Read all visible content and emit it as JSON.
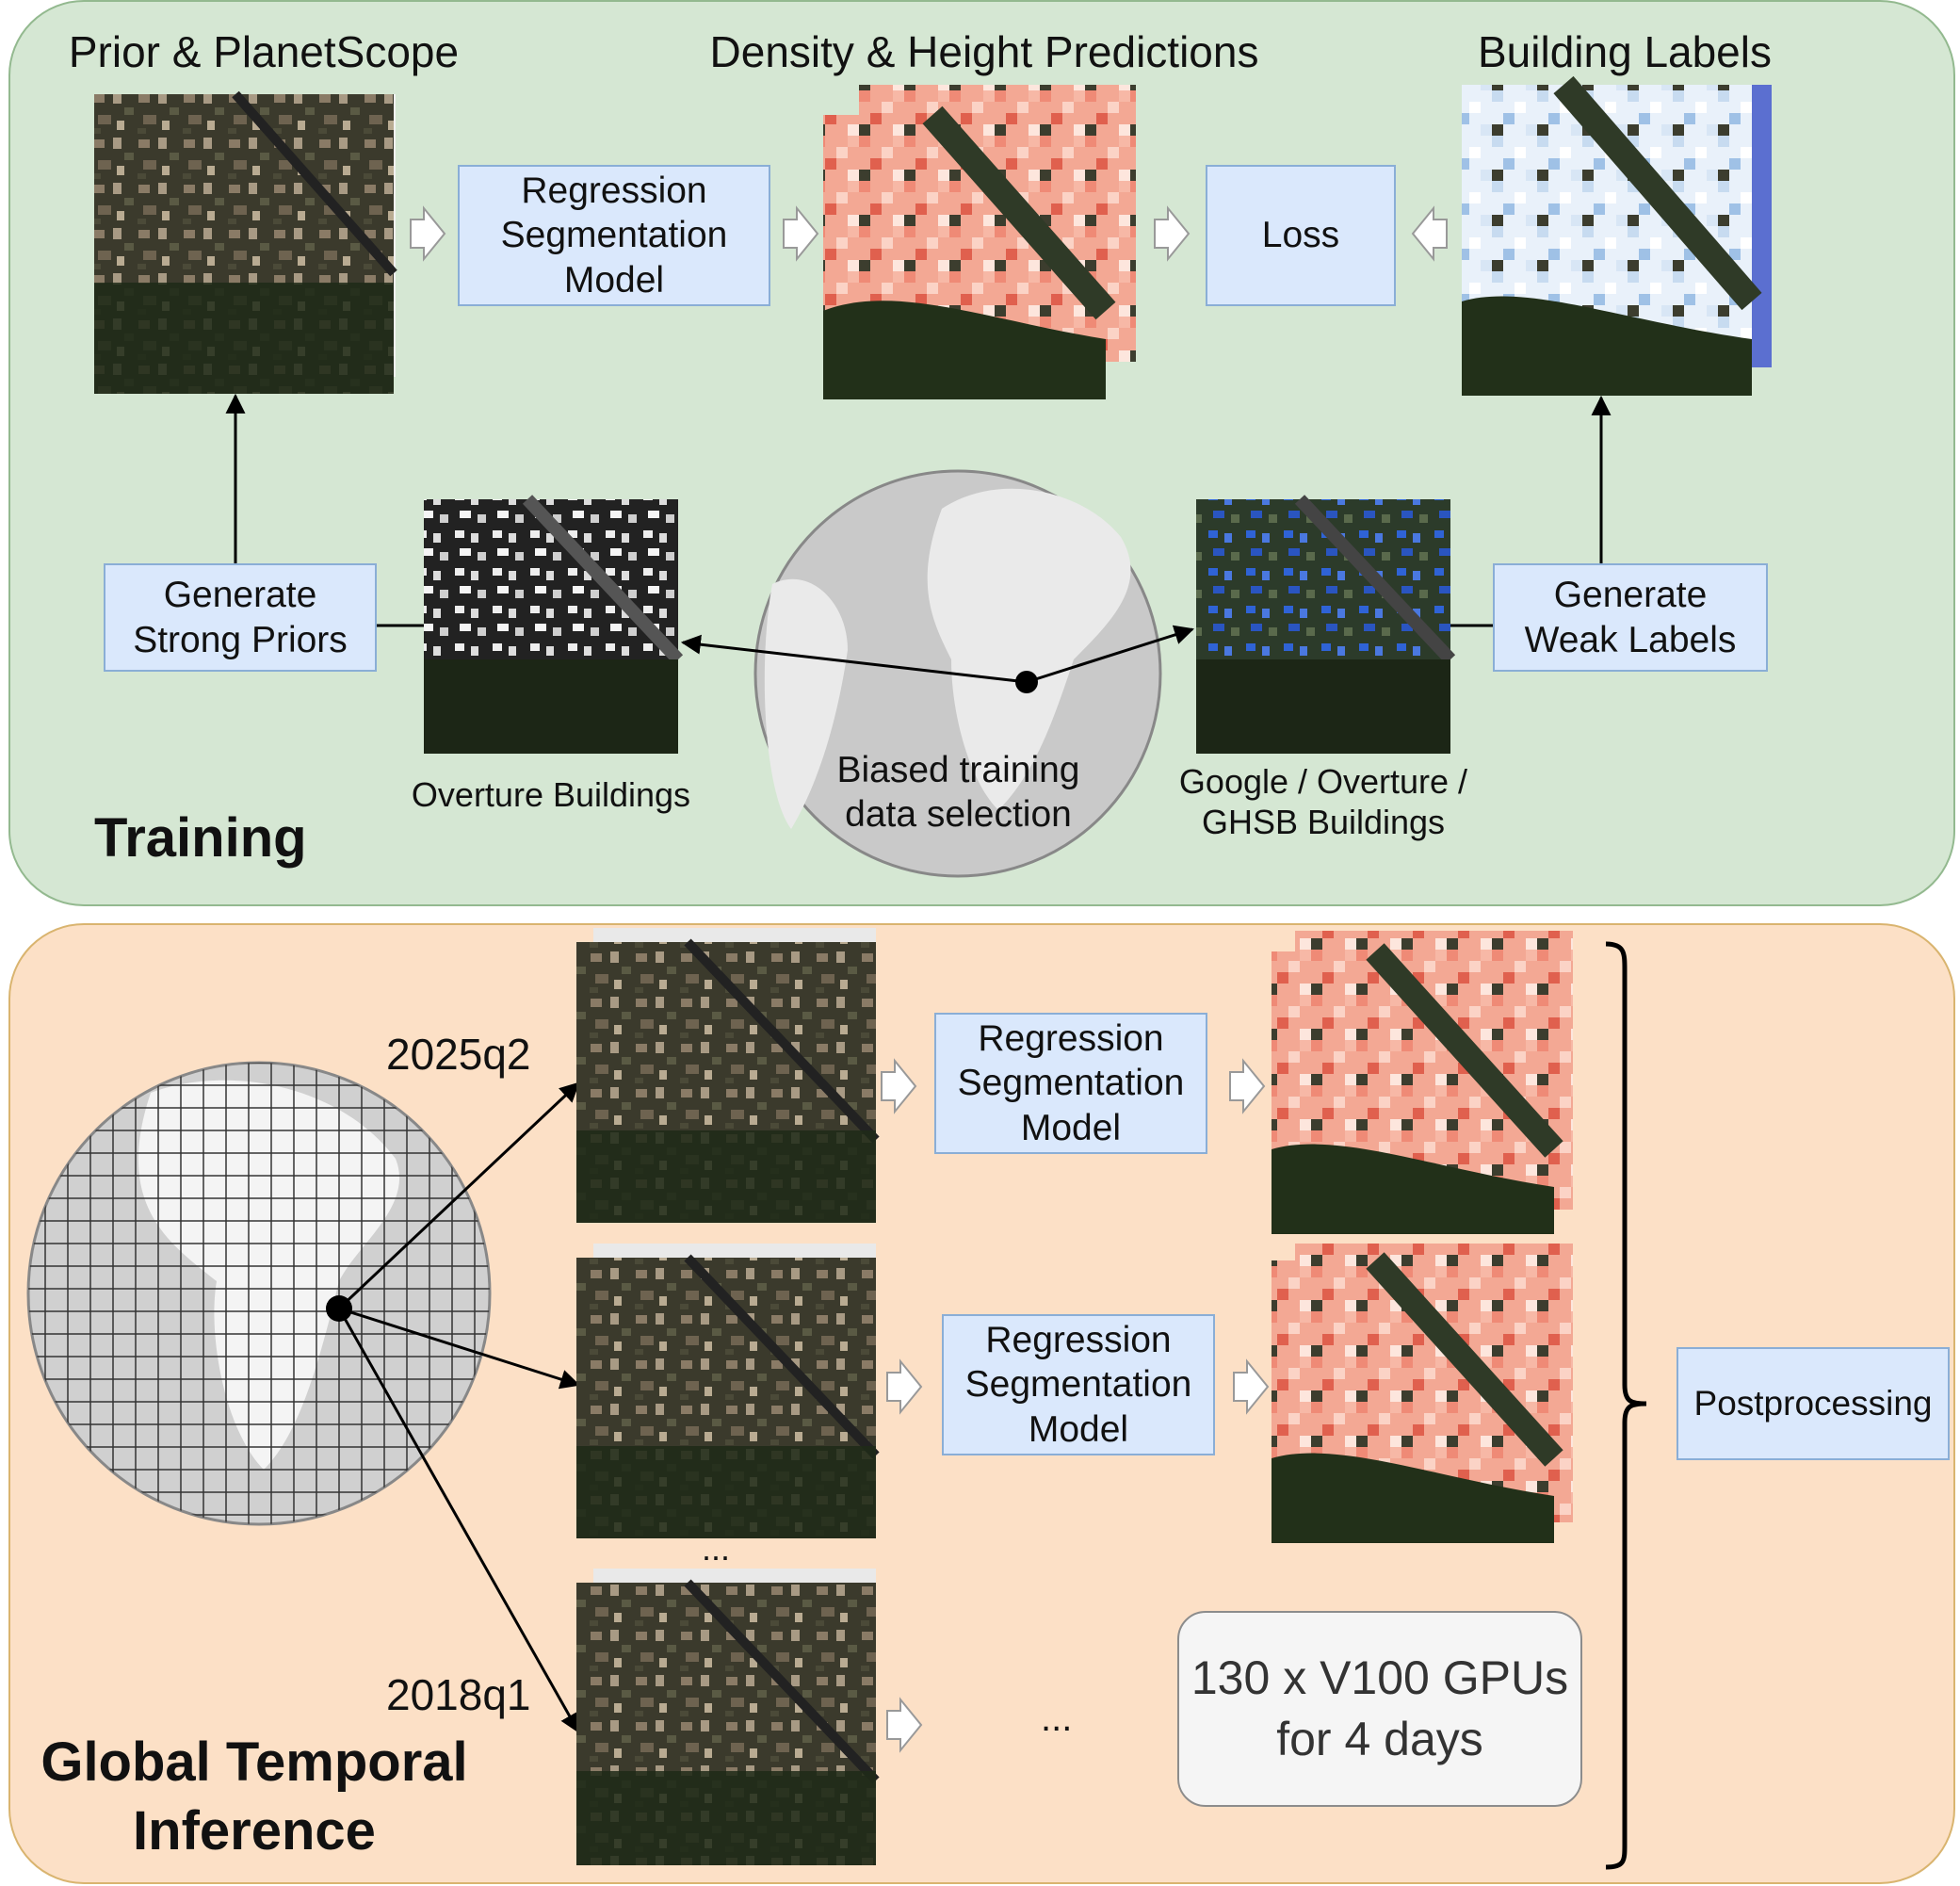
{
  "training": {
    "title": "Training",
    "header_inputs": "Prior & PlanetScope",
    "header_predictions": "Density & Height Predictions",
    "header_labels": "Building Labels",
    "model_label": "Regression\nSegmentation\nModel",
    "loss_label": "Loss",
    "priors_label": "Generate\nStrong Priors",
    "weak_labels_label": "Generate\nWeak  Labels",
    "overture_caption": "Overture Buildings",
    "google_caption": "Google / Overture /\nGHSB Buildings",
    "globe_caption": "Biased training\ndata selection"
  },
  "inference": {
    "title": "Global Temporal\nInference",
    "time_first": "2025q2",
    "time_last": "2018q1",
    "model_label": "Regression\nSegmentation\nModel",
    "ellipsis": "...",
    "gpu_label": "130 x V100 GPUs\nfor 4 days",
    "postprocessing_label": "Postprocessing"
  },
  "colors": {
    "training_bg": "#d5e7d3",
    "inference_bg": "#fce0c6",
    "model_box": "#dae8fc",
    "prediction": "#e8675a",
    "weak_label": "#4a78c9"
  }
}
